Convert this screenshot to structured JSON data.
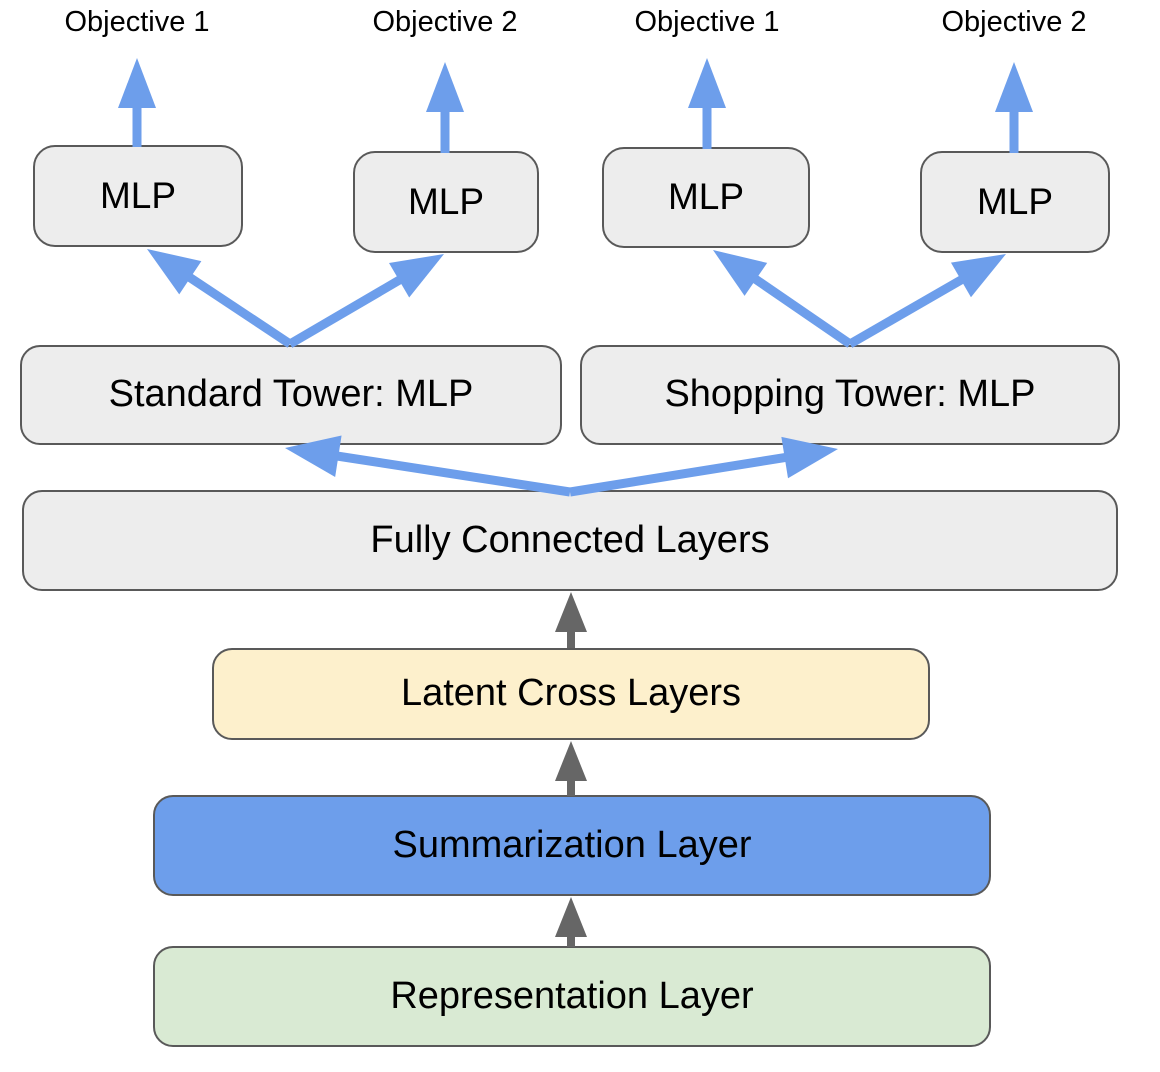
{
  "diagram": {
    "objectives": [
      {
        "label": "Objective 1"
      },
      {
        "label": "Objective 2"
      },
      {
        "label": "Objective 1"
      },
      {
        "label": "Objective 2"
      }
    ],
    "mlp_heads": [
      {
        "label": "MLP"
      },
      {
        "label": "MLP"
      },
      {
        "label": "MLP"
      },
      {
        "label": "MLP"
      }
    ],
    "towers": [
      {
        "label": "Standard Tower: MLP"
      },
      {
        "label": "Shopping Tower: MLP"
      }
    ],
    "shared_layers": [
      {
        "label": "Fully Connected Layers"
      },
      {
        "label": "Latent Cross Layers"
      },
      {
        "label": "Summarization Layer"
      },
      {
        "label": "Representation Layer"
      }
    ],
    "colors": {
      "arrow_blue": "#6d9eeb",
      "arrow_gray": "#666666",
      "box_gray_fill": "#ededed",
      "box_cream_fill": "#fdf0cc",
      "box_blue_fill": "#6d9eeb",
      "box_green_fill": "#d9ead3",
      "box_border": "#595959",
      "text": "#000000"
    }
  }
}
